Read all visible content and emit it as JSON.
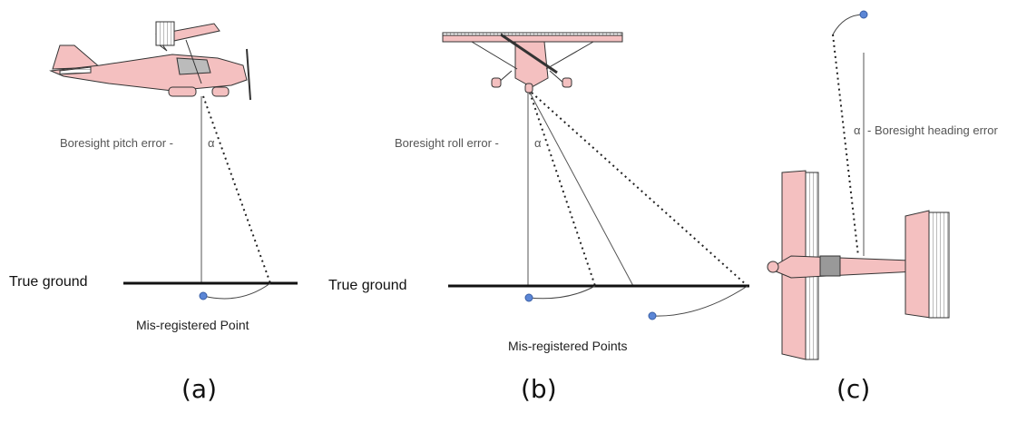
{
  "panel_a": {
    "error_label": "Boresight pitch error -",
    "alpha": "α",
    "ground_label": "True ground",
    "point_label": "Mis-registered Point",
    "caption": "(a)"
  },
  "panel_b": {
    "error_label": "Boresight roll error -",
    "alpha": "α",
    "ground_label": "True ground",
    "point_label": "Mis-registered Points",
    "caption": "(b)"
  },
  "panel_c": {
    "alpha": "α",
    "error_label": "- Boresight heading error",
    "caption": "(c)"
  },
  "colors": {
    "aircraft_fill": "#f4c0c0",
    "aircraft_stroke": "#333333",
    "point_fill": "#5b86d6"
  }
}
